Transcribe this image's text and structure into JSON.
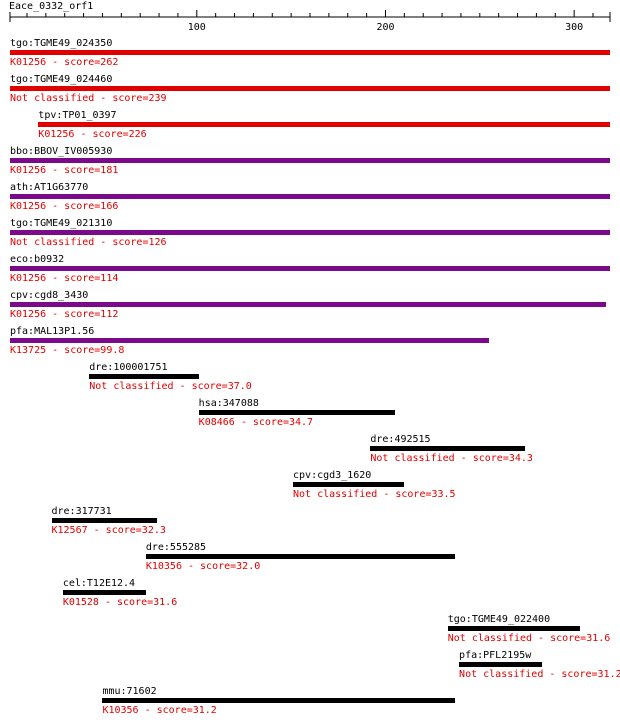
{
  "query": {
    "title": "Eace_0332_orf1"
  },
  "ruler": {
    "ticks": [
      "100",
      "200",
      "300"
    ],
    "range": [
      1,
      319
    ]
  },
  "colors": {
    "red": "#e00000",
    "purple": "#7a0a8a",
    "black": "#000000",
    "label_red": "#e00000"
  },
  "hits": [
    {
      "name": "tgo:TGME49_024350",
      "label": "K01256 - score=262",
      "start": 1,
      "end": 319,
      "color": "red"
    },
    {
      "name": "tgo:TGME49_024460",
      "label": "Not classified - score=239",
      "start": 1,
      "end": 319,
      "color": "red"
    },
    {
      "name": "tpv:TP01_0397",
      "label": "K01256 - score=226",
      "start": 16,
      "end": 319,
      "color": "red"
    },
    {
      "name": "bbo:BBOV_IV005930",
      "label": "K01256 - score=181",
      "start": 1,
      "end": 319,
      "color": "purple"
    },
    {
      "name": "ath:AT1G63770",
      "label": "K01256 - score=166",
      "start": 1,
      "end": 319,
      "color": "purple"
    },
    {
      "name": "tgo:TGME49_021310",
      "label": "Not classified - score=126",
      "start": 1,
      "end": 319,
      "color": "purple"
    },
    {
      "name": "eco:b0932",
      "label": "K01256 - score=114",
      "start": 1,
      "end": 319,
      "color": "purple"
    },
    {
      "name": "cpv:cgd8_3430",
      "label": "K01256 - score=112",
      "start": 1,
      "end": 317,
      "color": "purple"
    },
    {
      "name": "pfa:MAL13P1.56",
      "label": "K13725 - score=99.8",
      "start": 1,
      "end": 255,
      "color": "purple"
    },
    {
      "name": "dre:100001751",
      "label": "Not classified - score=37.0",
      "start": 43,
      "end": 101,
      "color": "black"
    },
    {
      "name": "hsa:347088",
      "label": "K08466 - score=34.7",
      "start": 101,
      "end": 205,
      "color": "black"
    },
    {
      "name": "dre:492515",
      "label": "Not classified - score=34.3",
      "start": 192,
      "end": 274,
      "color": "black"
    },
    {
      "name": "cpv:cgd3_1620",
      "label": "Not classified - score=33.5",
      "start": 151,
      "end": 210,
      "color": "black"
    },
    {
      "name": "dre:317731",
      "label": "K12567 - score=32.3",
      "start": 23,
      "end": 79,
      "color": "black"
    },
    {
      "name": "dre:555285",
      "label": "K10356 - score=32.0",
      "start": 73,
      "end": 237,
      "color": "black"
    },
    {
      "name": "cel:T12E12.4",
      "label": "K01528 - score=31.6",
      "start": 29,
      "end": 73,
      "color": "black"
    },
    {
      "name": "tgo:TGME49_022400",
      "label": "Not classified - score=31.6",
      "start": 233,
      "end": 303,
      "color": "black"
    },
    {
      "name": "pfa:PFL2195w",
      "label": "Not classified - score=31.2",
      "start": 239,
      "end": 283,
      "color": "black"
    },
    {
      "name": "mmu:71602",
      "label": "K10356 - score=31.2",
      "start": 50,
      "end": 237,
      "color": "black"
    }
  ]
}
